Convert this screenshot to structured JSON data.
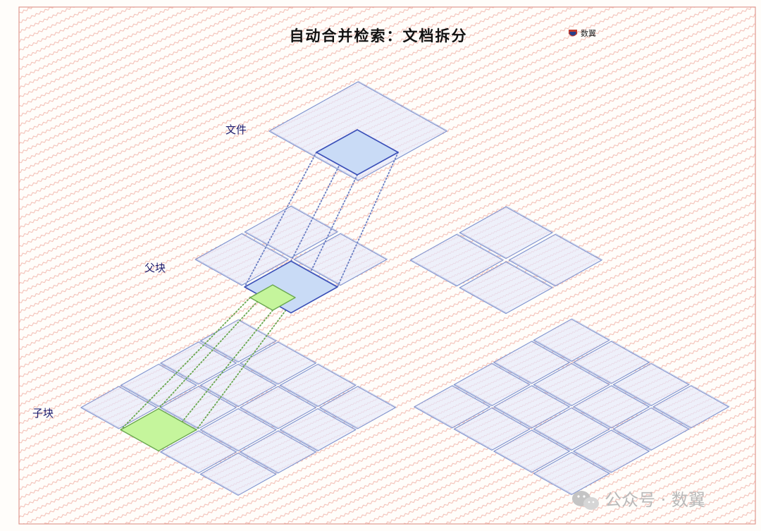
{
  "title": "自动合并检索：文档拆分",
  "brand": {
    "name": "数翼",
    "icon": "logo-badge-icon"
  },
  "levels": {
    "document": "文件",
    "parent": "父块",
    "child": "子块"
  },
  "watermark": {
    "text": "公众号 · 数翼",
    "icon": "wechat-icon"
  },
  "colors": {
    "border": "#e8a9a0",
    "hatch": "#f2b8ae",
    "tile_stroke": "#7f93cf",
    "tile_fill": "#eef0fa",
    "selected_blue_fill": "#c9dbf6",
    "selected_blue_stroke": "#3a4fb8",
    "selected_green_fill": "#c5f59c",
    "selected_green_stroke": "#6aa84f",
    "blue_link": "#6b7fc4",
    "green_link": "#6aa84f"
  }
}
